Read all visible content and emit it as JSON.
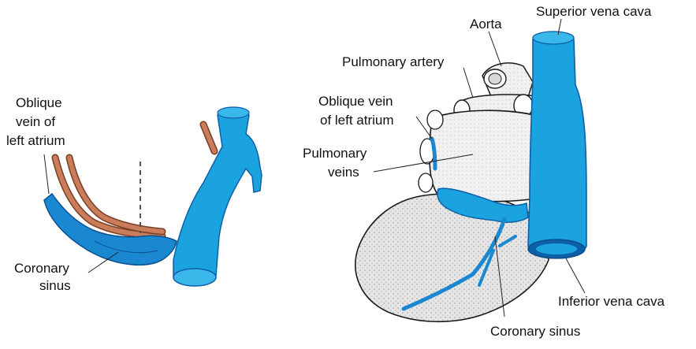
{
  "colors": {
    "vein_blue": "#1aa3df",
    "vein_blue_dark": "#0d5fa8",
    "oblique_vein_brown": "#b86a4a",
    "heart_fill": "#e8e8e8",
    "outline": "#1a1a1a"
  },
  "left_panel": {
    "labels": {
      "oblique_vein_line1": "Oblique",
      "oblique_vein_line2": "vein of",
      "oblique_vein_line3": "left atrium",
      "coronary_sinus_line1": "Coronary",
      "coronary_sinus_line2": "sinus"
    }
  },
  "right_panel": {
    "labels": {
      "superior_vena_cava": "Superior vena cava",
      "aorta": "Aorta",
      "pulmonary_artery": "Pulmonary artery",
      "oblique_vein_line1": "Oblique vein",
      "oblique_vein_line2": "of left atrium",
      "pulmonary_veins_line1": "Pulmonary",
      "pulmonary_veins_line2": "veins",
      "inferior_vena_cava": "Inferior vena cava",
      "coronary_sinus": "Coronary sinus"
    }
  }
}
